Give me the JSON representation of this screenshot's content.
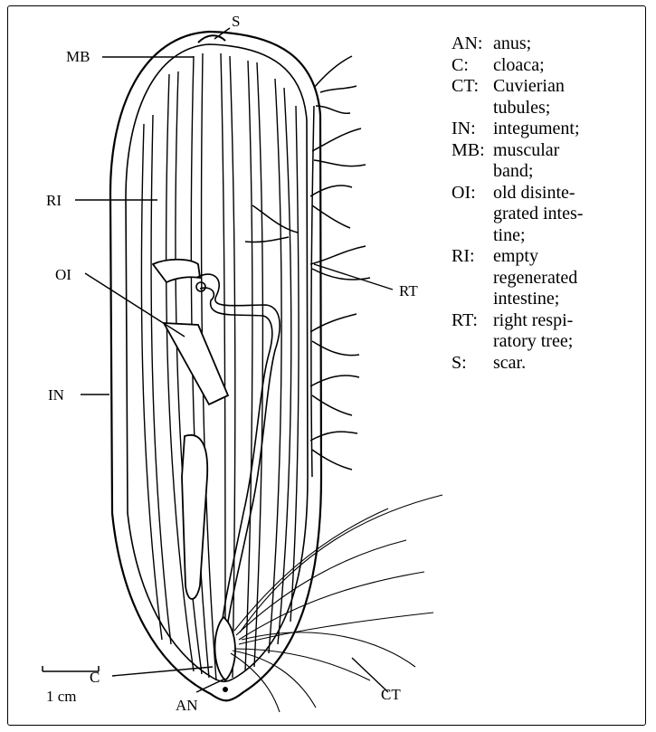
{
  "labels": {
    "S": "S",
    "MB": "MB",
    "RI": "RI",
    "OI": "OI",
    "IN": "IN",
    "RT": "RT",
    "C": "C",
    "AN": "AN",
    "CT": "CT"
  },
  "scale_bar": {
    "label": "1 cm"
  },
  "legend": [
    {
      "abbr": "AN:",
      "lines": [
        "anus;"
      ]
    },
    {
      "abbr": "C:",
      "lines": [
        "cloaca;"
      ]
    },
    {
      "abbr": "CT:",
      "lines": [
        "Cuvierian",
        "tubules;"
      ]
    },
    {
      "abbr": "IN:",
      "lines": [
        "integument;"
      ]
    },
    {
      "abbr": "MB:",
      "lines": [
        "muscular",
        "band;"
      ]
    },
    {
      "abbr": "OI:",
      "lines": [
        "old disinte-",
        "grated intes-",
        "tine;"
      ]
    },
    {
      "abbr": "RI:",
      "lines": [
        "empty",
        "regenerated",
        "intestine;"
      ]
    },
    {
      "abbr": "RT:",
      "lines": [
        "right respi-",
        "ratory tree;"
      ]
    },
    {
      "abbr": "S:",
      "lines": [
        "scar."
      ]
    }
  ]
}
